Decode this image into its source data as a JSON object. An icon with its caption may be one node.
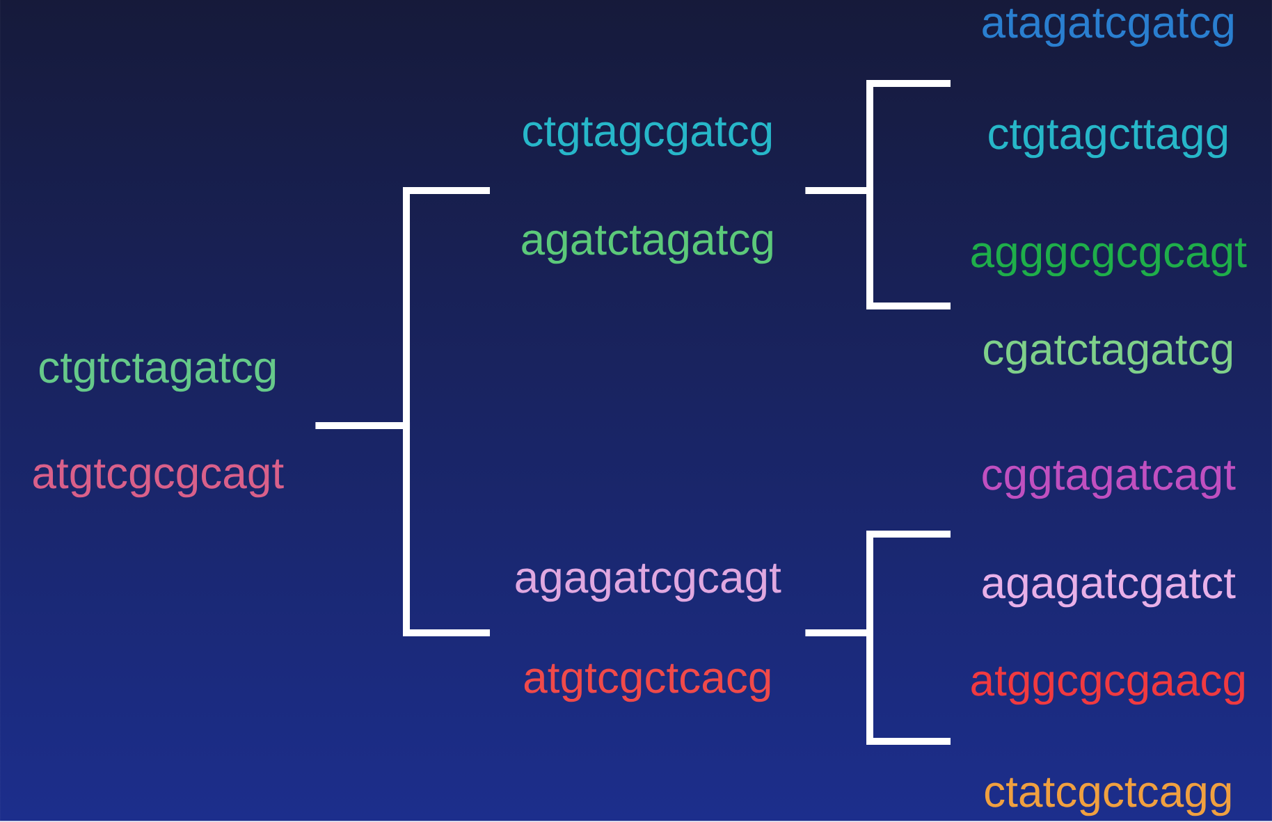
{
  "diagram": {
    "nodes": [
      {
        "text": [
          "ctgtctagatcg",
          "atgtcgcgcagt"
        ]
      },
      {
        "text": [
          "ctgtagcgatcg",
          "agatctagatcg"
        ]
      },
      {
        "text": [
          "agagatcgcagt",
          "atgtcgctcacg"
        ]
      },
      {
        "text": [
          "atagatcgatcg",
          "ctgtagcttagg"
        ]
      },
      {
        "text": [
          "agggcgcgcagt",
          "cgatctagatcg"
        ]
      },
      {
        "text": [
          "cggtagatcagt",
          "agagatcgatct"
        ]
      },
      {
        "text": [
          "atggcgcgaacg",
          "ctatcgctcagg"
        ]
      }
    ],
    "edges": [
      {
        "from": 0,
        "to": 1,
        "arrow": "none"
      },
      {
        "from": 0,
        "to": 2,
        "arrow": "none"
      },
      {
        "from": 1,
        "to": 3,
        "arrow": "none"
      },
      {
        "from": 1,
        "to": 4,
        "arrow": "none"
      },
      {
        "from": 2,
        "to": 5,
        "arrow": "none"
      },
      {
        "from": 2,
        "to": 6,
        "arrow": "none"
      }
    ]
  }
}
